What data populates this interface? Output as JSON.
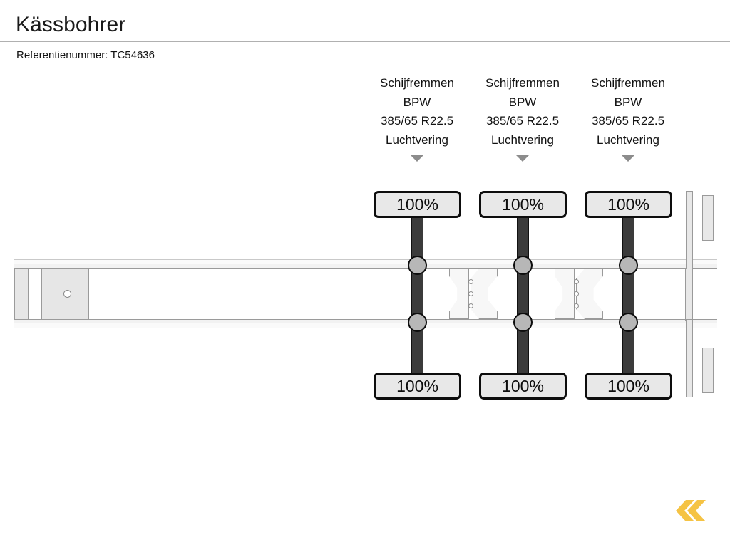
{
  "header": {
    "title": "Kässbohrer",
    "reference_label": "Referentienummer: TC54636"
  },
  "diagram": {
    "vehicle_type": "semi-trailer-side-view",
    "axle_count": 3,
    "axles": [
      {
        "id": "axle-1",
        "brakes": "Schijfremmen",
        "make": "BPW",
        "tyre_size": "385/65 R22.5",
        "suspension": "Luchtvering",
        "tyre_top_percent": "100%",
        "tyre_bottom_percent": "100%"
      },
      {
        "id": "axle-2",
        "brakes": "Schijfremmen",
        "make": "BPW",
        "tyre_size": "385/65 R22.5",
        "suspension": "Luchtvering",
        "tyre_top_percent": "100%",
        "tyre_bottom_percent": "100%"
      },
      {
        "id": "axle-3",
        "brakes": "Schijfremmen",
        "make": "BPW",
        "tyre_size": "385/65 R22.5",
        "suspension": "Luchtvering",
        "tyre_top_percent": "100%",
        "tyre_bottom_percent": "100%"
      }
    ]
  },
  "colors": {
    "accent": "#f5c344",
    "axle_bar": "#3b3b3b",
    "hub_fill": "#b7b7b7",
    "badge_fill": "#e8e8e8",
    "chassis_fill": "#e6e6e6",
    "rail_stroke": "#9a9a9a",
    "pointer": "#8c8c8c",
    "divider": "#b0b0b0"
  },
  "logo": {
    "name": "double-chevron-left-logo",
    "color": "#f5c344"
  }
}
